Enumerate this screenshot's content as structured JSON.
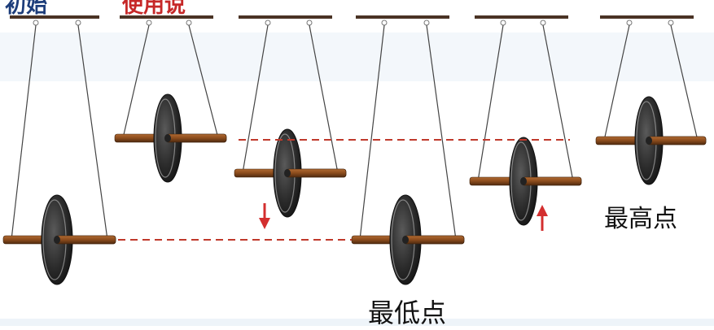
{
  "labels": {
    "top_left_partial": "初始",
    "top_red_partial": "使用说",
    "highest_point": "最高点",
    "lowest_point": "最低点"
  },
  "colors": {
    "ceiling_bar": "#4a3325",
    "axle": "#8a4b1c",
    "wheel_dark": "#2b2b2b",
    "wheel_rim": "#9a9a9a",
    "guide_line": "#c0392b",
    "arrow": "#d32f2f",
    "string": "#444444",
    "watermark_band": "#eef4f9"
  },
  "icons": {
    "down_arrow": "down-arrow-icon",
    "up_arrow": "up-arrow-icon"
  }
}
